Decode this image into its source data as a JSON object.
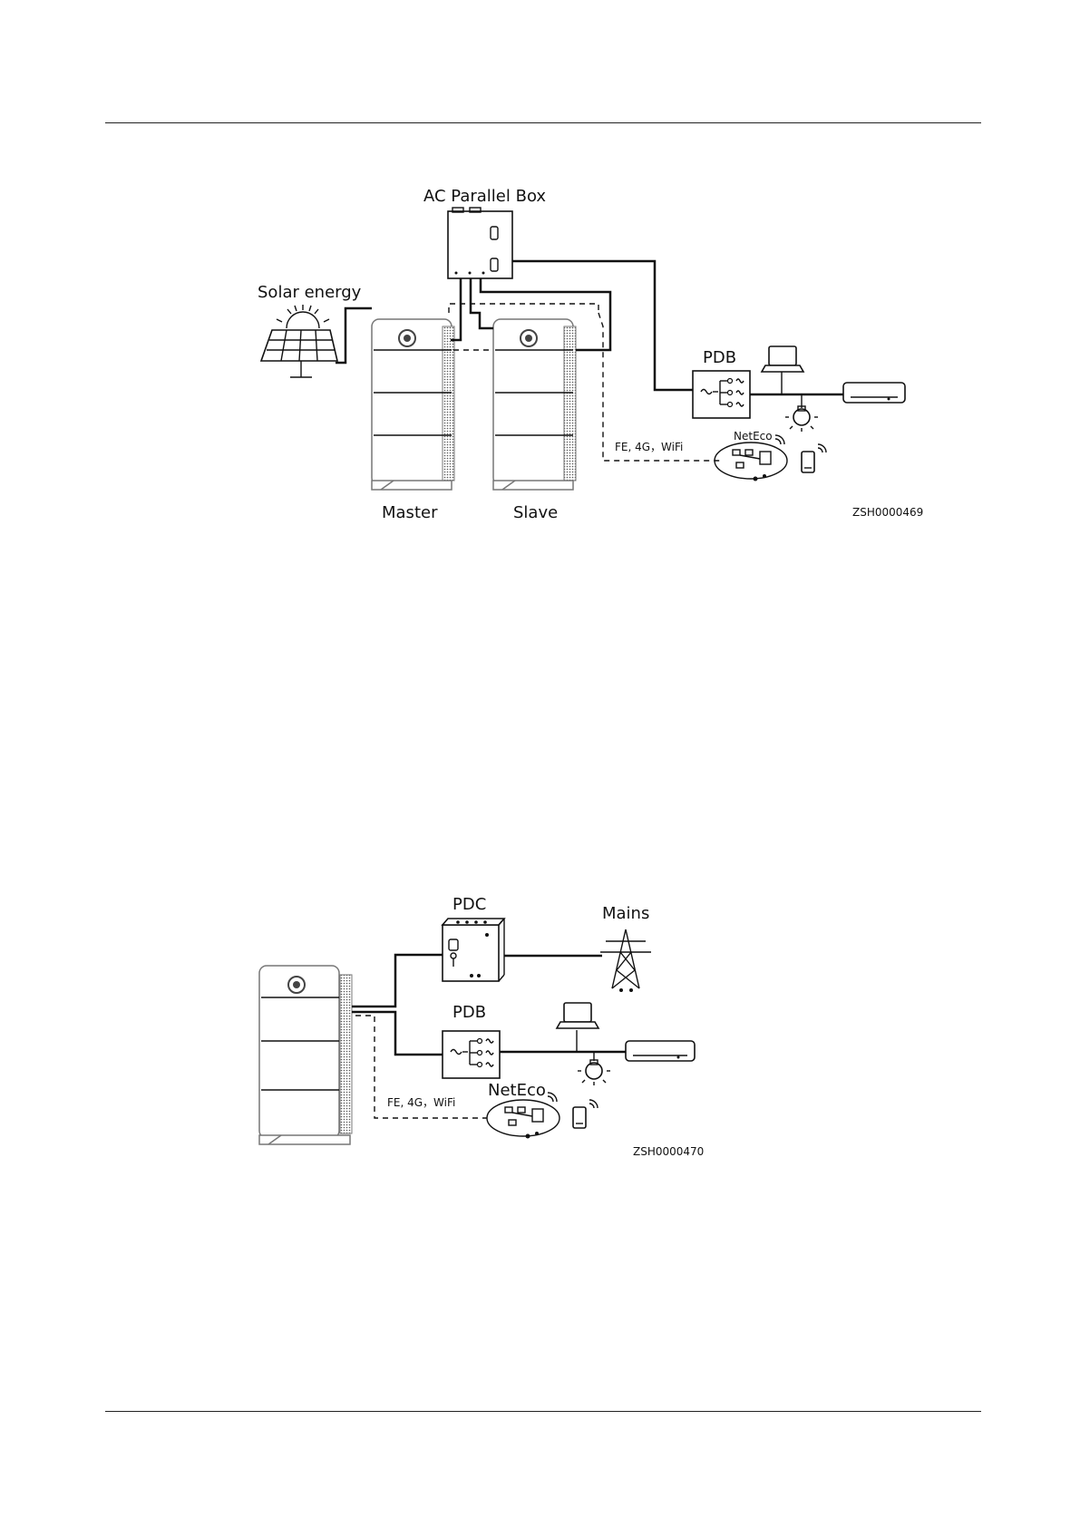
{
  "diagram1": {
    "ac_parallel_box_label": "AC Parallel Box",
    "solar_label": "Solar energy",
    "pdb_label": "PDB",
    "neteco_label": "NetEco",
    "comm_label": "FE, 4G，WiFi",
    "master_label": "Master",
    "slave_label": "Slave",
    "figure_code": "ZSH0000469"
  },
  "diagram2": {
    "pdc_label": "PDC",
    "mains_label": "Mains",
    "pdb_label": "PDB",
    "neteco_label": "NetEco",
    "comm_label": "FE, 4G，WiFi",
    "figure_code": "ZSH0000470"
  }
}
